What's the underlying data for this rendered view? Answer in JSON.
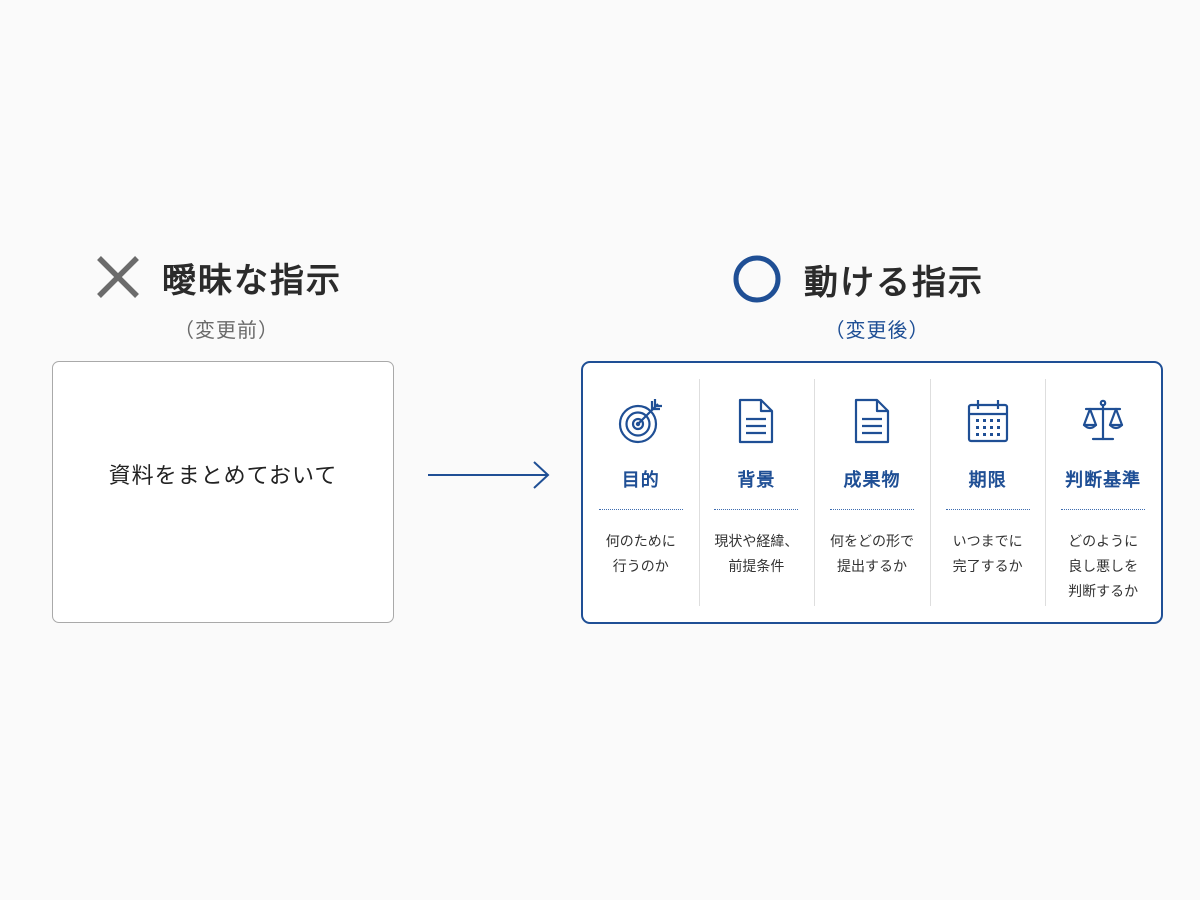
{
  "colors": {
    "accent": "#1f4f95",
    "x_mark": "#6b6b6b",
    "text": "#2b2b2b"
  },
  "before": {
    "icon": "x-icon",
    "title": "曖昧な指示",
    "subtitle": "（変更前）",
    "box_text": "資料をまとめておいて"
  },
  "after": {
    "icon": "circle-icon",
    "title": "動ける指示",
    "subtitle": "（変更後）",
    "items": [
      {
        "icon": "target-icon",
        "title": "目的",
        "desc": [
          "何のために",
          "行うのか"
        ]
      },
      {
        "icon": "document-icon",
        "title": "背景",
        "desc": [
          "現状や経緯、",
          "前提条件"
        ]
      },
      {
        "icon": "document-icon",
        "title": "成果物",
        "desc": [
          "何をどの形で",
          "提出するか"
        ]
      },
      {
        "icon": "calendar-icon",
        "title": "期限",
        "desc": [
          "いつまでに",
          "完了するか"
        ]
      },
      {
        "icon": "scale-icon",
        "title": "判断基準",
        "desc": [
          "どのように",
          "良し悪しを",
          "判断するか"
        ]
      }
    ]
  }
}
